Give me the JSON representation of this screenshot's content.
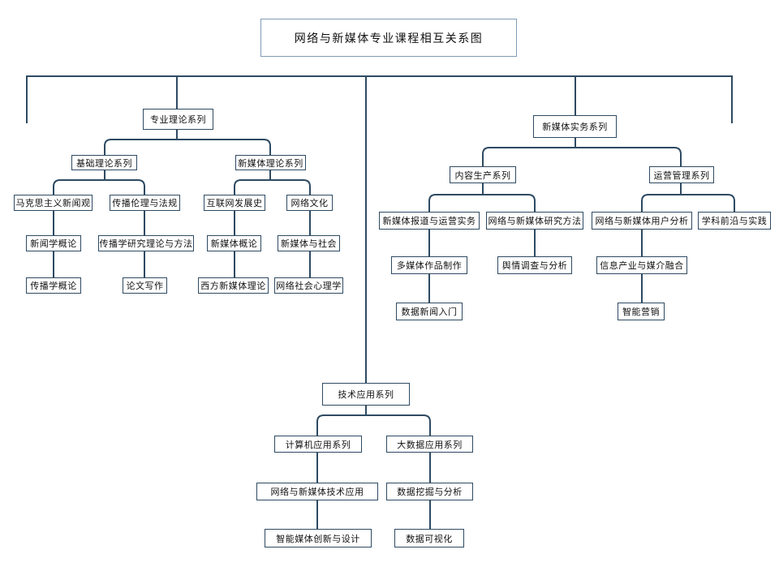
{
  "title": "网络与新媒体专业课程相互关系图",
  "nodes": {
    "zhuanye_lilun": "专业理论系列",
    "jichu_lilun": "基础理论系列",
    "xinmeiti_lilun": "新媒体理论系列",
    "makesi": "马克思主义新闻观",
    "chuanbo_lunli": "传播伦理与法规",
    "hulianwang": "互联网发展史",
    "wangluo_wenhua": "网络文化",
    "xinwenxue": "新闻学概论",
    "chuanbo_yanjiu": "传播学研究理论与方法",
    "xinmeiti_gailun": "新媒体概论",
    "xinmeiti_shehui": "新媒体与社会",
    "chuanboxue": "传播学概论",
    "lunwen": "论文写作",
    "xifang": "西方新媒体理论",
    "wangluo_xinli": "网络社会心理学",
    "shiwu": "新媒体实务系列",
    "neirong": "内容生产系列",
    "yunying": "运营管理系列",
    "baodao": "新媒体报道与运营实务",
    "yanjiu_fangfa": "网络与新媒体研究方法",
    "yonghu": "网络与新媒体用户分析",
    "qianyan": "学科前沿与实践",
    "duomeiti": "多媒体作品制作",
    "yuqing": "舆情调查与分析",
    "xinxi_chanye": "信息产业与媒介融合",
    "shuju_xinwen": "数据新闻入门",
    "zhineng_yingxiao": "智能营销",
    "jishu": "技术应用系列",
    "jisuanji": "计算机应用系列",
    "dashuju": "大数据应用系列",
    "jishu_yingyong": "网络与新媒体技术应用",
    "wajue": "数据挖掘与分析",
    "zhineng_meiti": "智能媒体创新与设计",
    "keshihua": "数据可视化"
  },
  "colors": {
    "line": "#2e4a62",
    "title_border": "#7f9bb8",
    "node_border": "#2e4a62"
  }
}
